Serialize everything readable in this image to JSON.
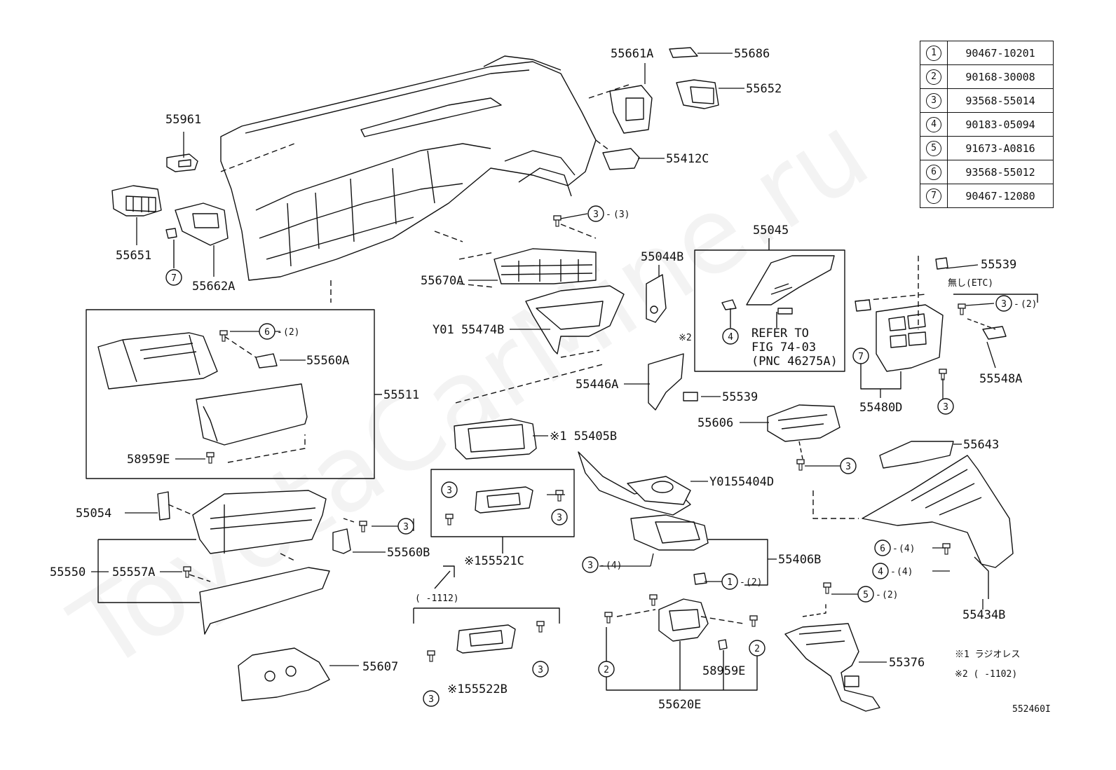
{
  "diagram_id": "552460I",
  "watermark": "ToyotaCarMine.ru",
  "parts_table": [
    {
      "num": "1",
      "part": "90467-10201"
    },
    {
      "num": "2",
      "part": "90168-30008"
    },
    {
      "num": "3",
      "part": "93568-55014"
    },
    {
      "num": "4",
      "part": "90183-05094"
    },
    {
      "num": "5",
      "part": "91673-A0816"
    },
    {
      "num": "6",
      "part": "93568-55012"
    },
    {
      "num": "7",
      "part": "90467-12080"
    }
  ],
  "labels": {
    "p55661A": "55661A",
    "p55686": "55686",
    "p55652": "55652",
    "p55412C": "55412C",
    "p55961": "55961",
    "p55651": "55651",
    "p55662A": "55662A",
    "p55670A": "55670A",
    "p55045": "55045",
    "p55044B": "55044B",
    "p55474B": "Y01 55474B",
    "p55539a": "55539",
    "nashi": "無し(ETC)",
    "p55548A": "55548A",
    "p55480D": "55480D",
    "p55446A": "55446A",
    "p55539b": "55539",
    "p55606": "55606",
    "p55405B": "※1 55405B",
    "p55560A": "55560A",
    "p55511": "55511",
    "p58959Ea": "58959E",
    "p55643": "55643",
    "p55404D": "Y0155404D",
    "p55054": "55054",
    "p55560B": "55560B",
    "p55521C": "※155521C",
    "p55550": "55550",
    "p55557A": "55557A",
    "p55406B": "55406B",
    "p55434B": "55434B",
    "p55607": "55607",
    "p55522B": "※155522B",
    "p55620E": "55620E",
    "p58959Eb": "58959E",
    "p55376": "55376",
    "range1112": "(     -1112)"
  },
  "refer": {
    "line1": "REFER TO",
    "line2": "FIG 74-03",
    "line3": "(PNC 46275A)"
  },
  "note_mark_2": "※2",
  "qty_labels": {
    "q3_3": "(3)",
    "q6_2": "(2)",
    "q3_2": "(2)",
    "q3_4": "(4)",
    "q1_2": "(2)",
    "q6_4": "(4)",
    "q4_4": "(4)",
    "q5_2": "(2)"
  },
  "notes": {
    "note1": "※1  ラジオレス",
    "note2": "※2 (     -1102)"
  }
}
